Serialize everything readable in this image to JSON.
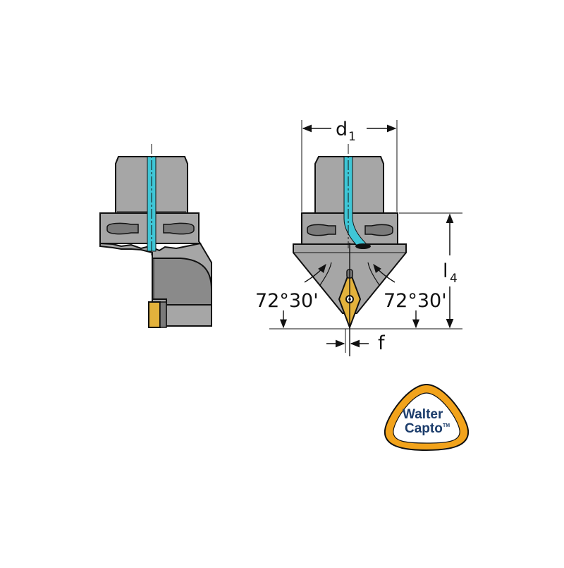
{
  "labels": {
    "d1_main": "d",
    "d1_sub": "1",
    "l4_main": "l",
    "l4_sub": "4",
    "angle_left": "72°30'",
    "angle_right": "72°30'",
    "f": "f"
  },
  "logo": {
    "line1": "Walter",
    "line2": "Capto",
    "tm": "TM"
  },
  "colors": {
    "body_gray": "#a6a6a6",
    "dark_gray": "#7a7a7a",
    "coolant": "#3fc6d6",
    "insert": "#e3b23c",
    "logo_ring": "#f2a31b",
    "logo_text": "#1b3c6b",
    "outline": "#111111"
  }
}
